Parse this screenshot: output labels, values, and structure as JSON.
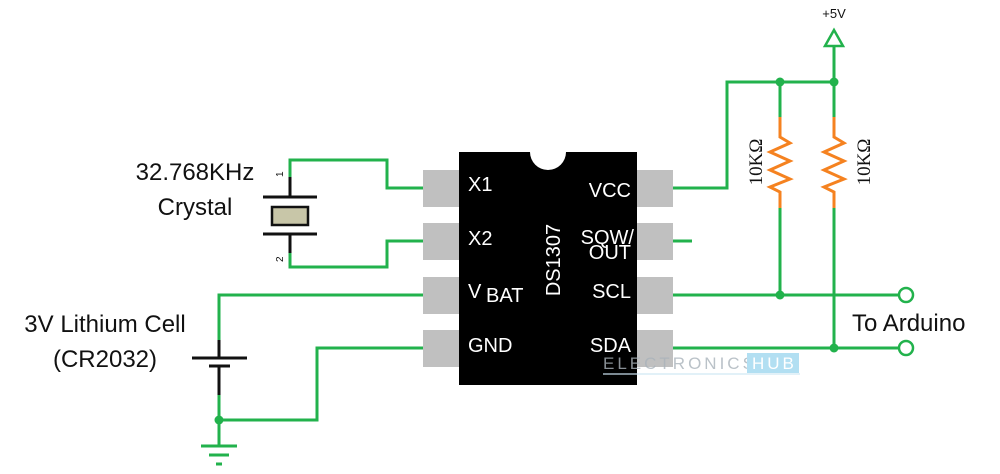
{
  "chip": {
    "name": "DS1307",
    "pins_left": [
      {
        "label": "X1"
      },
      {
        "label": "X2"
      },
      {
        "label": "V",
        "sub": "BAT"
      },
      {
        "label": "GND"
      }
    ],
    "pins_right": [
      {
        "label": "VCC"
      },
      {
        "label": "SQW/",
        "label2": "OUT"
      },
      {
        "label": "SCL"
      },
      {
        "label": "SDA"
      }
    ]
  },
  "crystal": {
    "line1": "32.768KHz",
    "line2": "Crystal",
    "pin1": "1",
    "pin2": "2"
  },
  "battery": {
    "line1": "3V Lithium Cell",
    "line2": "(CR2032)"
  },
  "power": {
    "label": "+5V"
  },
  "resistors": [
    {
      "value": "10KΩ"
    },
    {
      "value": "10KΩ"
    }
  ],
  "output": {
    "label": "To Arduino"
  },
  "watermark": {
    "text1": "ELECTRONICS",
    "text2": "HUB"
  },
  "colors": {
    "wire": "#22b24c",
    "resistor": "#f58220",
    "chip": "#000000",
    "pin": "#c0c0c0",
    "crystal_body": "#c8c6a8"
  }
}
